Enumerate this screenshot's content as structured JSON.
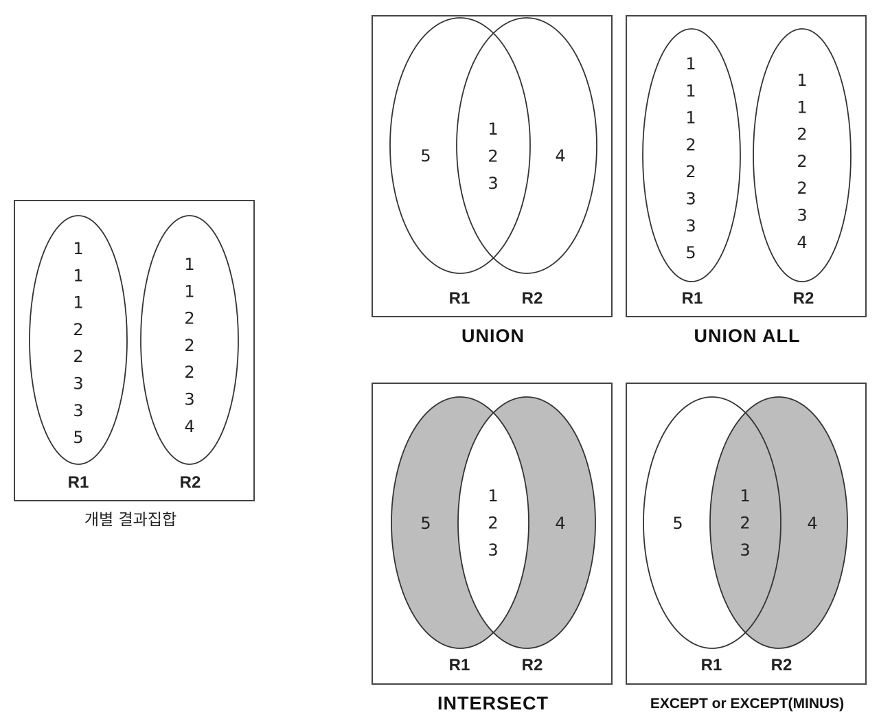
{
  "panels": {
    "individual": {
      "caption": "개별 결과집합",
      "r1_label": "R1",
      "r2_label": "R2",
      "r1_values": [
        "1",
        "1",
        "1",
        "2",
        "2",
        "3",
        "3",
        "5"
      ],
      "r2_values": [
        "1",
        "1",
        "2",
        "2",
        "2",
        "3",
        "4"
      ]
    },
    "union": {
      "caption": "UNION",
      "r1_label": "R1",
      "r2_label": "R2",
      "left_only": "5",
      "intersection": [
        "1",
        "2",
        "3"
      ],
      "right_only": "4"
    },
    "union_all": {
      "caption": "UNION ALL",
      "r1_label": "R1",
      "r2_label": "R2",
      "r1_values": [
        "1",
        "1",
        "1",
        "2",
        "2",
        "3",
        "3",
        "5"
      ],
      "r2_values": [
        "1",
        "1",
        "2",
        "2",
        "2",
        "3",
        "4"
      ]
    },
    "intersect": {
      "caption": "INTERSECT",
      "r1_label": "R1",
      "r2_label": "R2",
      "left_only": "5",
      "intersection": [
        "1",
        "2",
        "3"
      ],
      "right_only": "4",
      "shade_color": "#bdbdbd"
    },
    "except": {
      "caption": "EXCEPT or EXCEPT(MINUS)",
      "r1_label": "R1",
      "r2_label": "R2",
      "left_only": "5",
      "intersection": [
        "1",
        "2",
        "3"
      ],
      "right_only": "4",
      "shade_color": "#bdbdbd"
    }
  }
}
